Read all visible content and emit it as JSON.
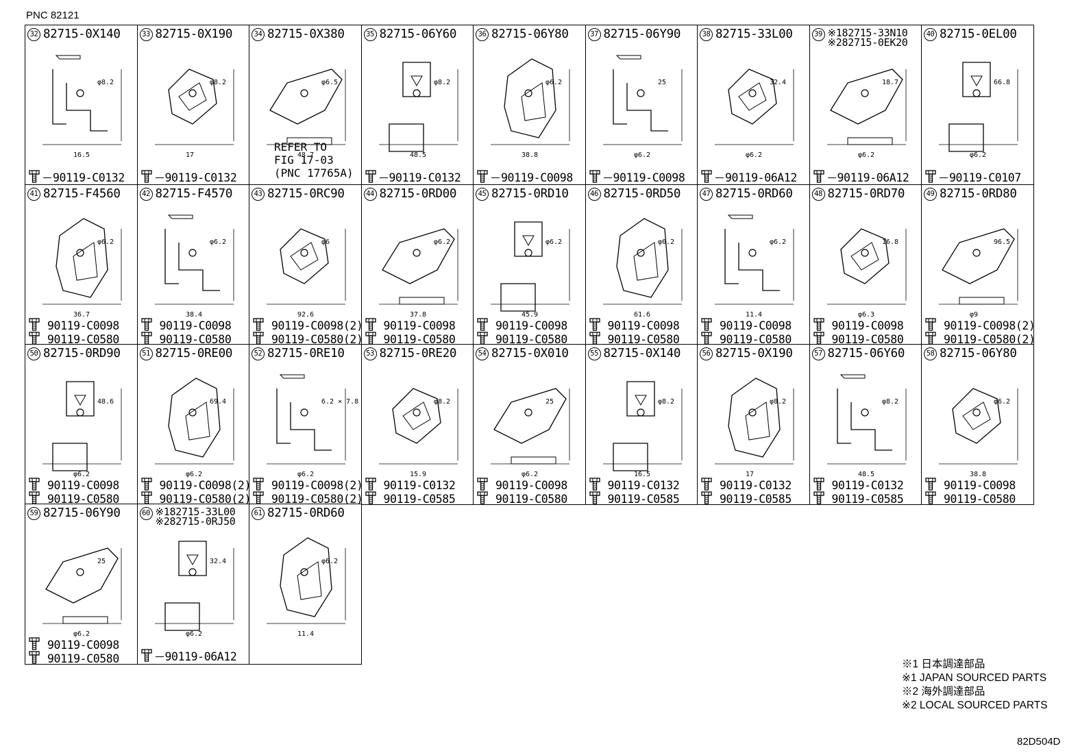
{
  "header": {
    "pnc": "PNC 82121"
  },
  "cells": [
    {
      "id": "32",
      "parts": [
        "82715-0X140"
      ],
      "fasteners": [
        "90119-C0132"
      ],
      "dims": [
        "φ8.2",
        "16.5"
      ]
    },
    {
      "id": "33",
      "parts": [
        "82715-0X190"
      ],
      "fasteners": [
        "90119-C0132"
      ],
      "dims": [
        "φ8.2",
        "17"
      ]
    },
    {
      "id": "34",
      "parts": [
        "82715-0X380"
      ],
      "fasteners": [],
      "dims": [
        "φ6.5",
        "48.7"
      ],
      "note": "REFER TO\nFIG 17-03\n(PNC 17765A)"
    },
    {
      "id": "35",
      "parts": [
        "82715-06Y60"
      ],
      "fasteners": [
        "90119-C0132"
      ],
      "dims": [
        "φ8.2",
        "48.5"
      ]
    },
    {
      "id": "36",
      "parts": [
        "82715-06Y80"
      ],
      "fasteners": [
        "90119-C0098"
      ],
      "dims": [
        "φ6.2",
        "38.8"
      ]
    },
    {
      "id": "37",
      "parts": [
        "82715-06Y90"
      ],
      "fasteners": [
        "90119-C0098"
      ],
      "dims": [
        "25",
        "φ6.2"
      ]
    },
    {
      "id": "38",
      "parts": [
        "82715-33L00"
      ],
      "fasteners": [
        "90119-06A12"
      ],
      "dims": [
        "32.4",
        "φ6.2"
      ]
    },
    {
      "id": "39",
      "parts": [
        "※182715-33N10",
        "※282715-0EK20"
      ],
      "fasteners": [
        "90119-06A12"
      ],
      "dims": [
        "18.7",
        "φ6.2"
      ]
    },
    {
      "id": "40",
      "parts": [
        "82715-0EL00"
      ],
      "fasteners": [
        "90119-C0107"
      ],
      "dims": [
        "66.8",
        "φ6.2"
      ]
    },
    {
      "id": "41",
      "parts": [
        "82715-F4560"
      ],
      "fasteners": [
        "90119-C0098",
        "90119-C0580"
      ],
      "dims": [
        "φ6.2",
        "36.7"
      ]
    },
    {
      "id": "42",
      "parts": [
        "82715-F4570"
      ],
      "fasteners": [
        "90119-C0098",
        "90119-C0580"
      ],
      "dims": [
        "φ6.2",
        "38.4"
      ]
    },
    {
      "id": "43",
      "parts": [
        "82715-0RC90"
      ],
      "fasteners": [
        "90119-C0098(2)",
        "90119-C0580(2)"
      ],
      "dims": [
        "φ6",
        "92.6"
      ]
    },
    {
      "id": "44",
      "parts": [
        "82715-0RD00"
      ],
      "fasteners": [
        "90119-C0098",
        "90119-C0580"
      ],
      "dims": [
        "φ6.2",
        "37.8"
      ]
    },
    {
      "id": "45",
      "parts": [
        "82715-0RD10"
      ],
      "fasteners": [
        "90119-C0098",
        "90119-C0580"
      ],
      "dims": [
        "φ6.2",
        "45.9"
      ]
    },
    {
      "id": "46",
      "parts": [
        "82715-0RD50"
      ],
      "fasteners": [
        "90119-C0098",
        "90119-C0580"
      ],
      "dims": [
        "φ6.2",
        "61.6"
      ]
    },
    {
      "id": "47",
      "parts": [
        "82715-0RD60"
      ],
      "fasteners": [
        "90119-C0098",
        "90119-C0580"
      ],
      "dims": [
        "φ6.2",
        "11.4"
      ]
    },
    {
      "id": "48",
      "parts": [
        "82715-0RD70"
      ],
      "fasteners": [
        "90119-C0098",
        "90119-C0580"
      ],
      "dims": [
        "16.8",
        "φ6.3"
      ]
    },
    {
      "id": "49",
      "parts": [
        "82715-0RD80"
      ],
      "fasteners": [
        "90119-C0098(2)",
        "90119-C0580(2)"
      ],
      "dims": [
        "96.5",
        "φ9"
      ]
    },
    {
      "id": "50",
      "parts": [
        "82715-0RD90"
      ],
      "fasteners": [
        "90119-C0098",
        "90119-C0580"
      ],
      "dims": [
        "48.6",
        "φ6.2"
      ]
    },
    {
      "id": "51",
      "parts": [
        "82715-0RE00"
      ],
      "fasteners": [
        "90119-C0098(2)",
        "90119-C0580(2)"
      ],
      "dims": [
        "69.4",
        "φ6.2"
      ]
    },
    {
      "id": "52",
      "parts": [
        "82715-0RE10"
      ],
      "fasteners": [
        "90119-C0098(2)",
        "90119-C0580(2)"
      ],
      "dims": [
        "6.2 × 7.8",
        "φ6.2"
      ]
    },
    {
      "id": "53",
      "parts": [
        "82715-0RE20"
      ],
      "fasteners": [
        "90119-C0132",
        "90119-C0585"
      ],
      "dims": [
        "φ8.2",
        "15.9"
      ]
    },
    {
      "id": "54",
      "parts": [
        "82715-0X010"
      ],
      "fasteners": [
        "90119-C0098",
        "90119-C0580"
      ],
      "dims": [
        "25",
        "φ6.2"
      ]
    },
    {
      "id": "55",
      "parts": [
        "82715-0X140"
      ],
      "fasteners": [
        "90119-C0132",
        "90119-C0585"
      ],
      "dims": [
        "φ8.2",
        "16.5"
      ]
    },
    {
      "id": "56",
      "parts": [
        "82715-0X190"
      ],
      "fasteners": [
        "90119-C0132",
        "90119-C0585"
      ],
      "dims": [
        "φ8.2",
        "17"
      ]
    },
    {
      "id": "57",
      "parts": [
        "82715-06Y60"
      ],
      "fasteners": [
        "90119-C0132",
        "90119-C0585"
      ],
      "dims": [
        "φ8.2",
        "48.5"
      ]
    },
    {
      "id": "58",
      "parts": [
        "82715-06Y80"
      ],
      "fasteners": [
        "90119-C0098",
        "90119-C0580"
      ],
      "dims": [
        "φ6.2",
        "38.8"
      ]
    },
    {
      "id": "59",
      "parts": [
        "82715-06Y90"
      ],
      "fasteners": [
        "90119-C0098",
        "90119-C0580"
      ],
      "dims": [
        "25",
        "φ6.2"
      ]
    },
    {
      "id": "60",
      "parts": [
        "※182715-33L00",
        "※282715-0RJ50"
      ],
      "fasteners": [
        "90119-06A12"
      ],
      "dims": [
        "32.4",
        "φ6.2"
      ]
    },
    {
      "id": "61",
      "parts": [
        "82715-0RD60"
      ],
      "fasteners": [],
      "dims": [
        "φ6.2",
        "11.4"
      ]
    }
  ],
  "legend": [
    "※1 日本調達部品",
    "※1 JAPAN SOURCED PARTS",
    "※2 海外調達部品",
    "※2 LOCAL SOURCED PARTS"
  ],
  "footer": {
    "code": "82D504D"
  }
}
